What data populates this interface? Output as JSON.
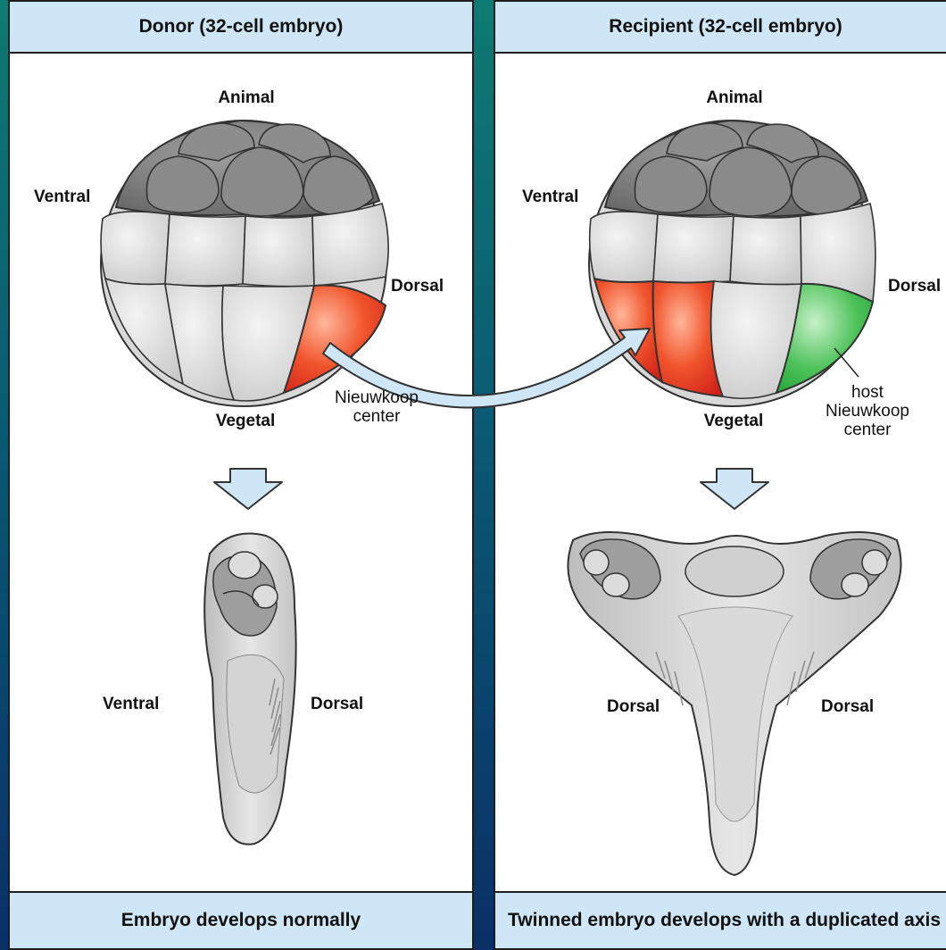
{
  "panels": {
    "left": {
      "title": "Donor (32-cell embryo)",
      "caption": "Embryo develops normally",
      "labels": {
        "animal": "Animal",
        "ventral": "Ventral",
        "dorsal": "Dorsal",
        "vegetal": "Vegetal",
        "nieuwkoop_line1": "Nieuwkoop",
        "nieuwkoop_line2": "center",
        "tadpole_ventral": "Ventral",
        "tadpole_dorsal": "Dorsal"
      }
    },
    "right": {
      "title": "Recipient (32-cell embryo)",
      "caption": "Twinned embryo develops with a duplicated axis",
      "labels": {
        "animal": "Animal",
        "ventral": "Ventral",
        "dorsal": "Dorsal",
        "vegetal": "Vegetal",
        "host_line1": "host",
        "host_line2": "Nieuwkoop",
        "host_line3": "center",
        "twin_dorsal_left": "Dorsal",
        "twin_dorsal_right": "Dorsal"
      }
    }
  },
  "colors": {
    "header_bg": "#cfe6f6",
    "grafted_region": "#e8321e",
    "host_region": "#2fb24a",
    "arrow_fill": "#cfe6f6",
    "animal_cells": "#7b7b7b",
    "vegetal_cells": "#dcdcdc"
  }
}
